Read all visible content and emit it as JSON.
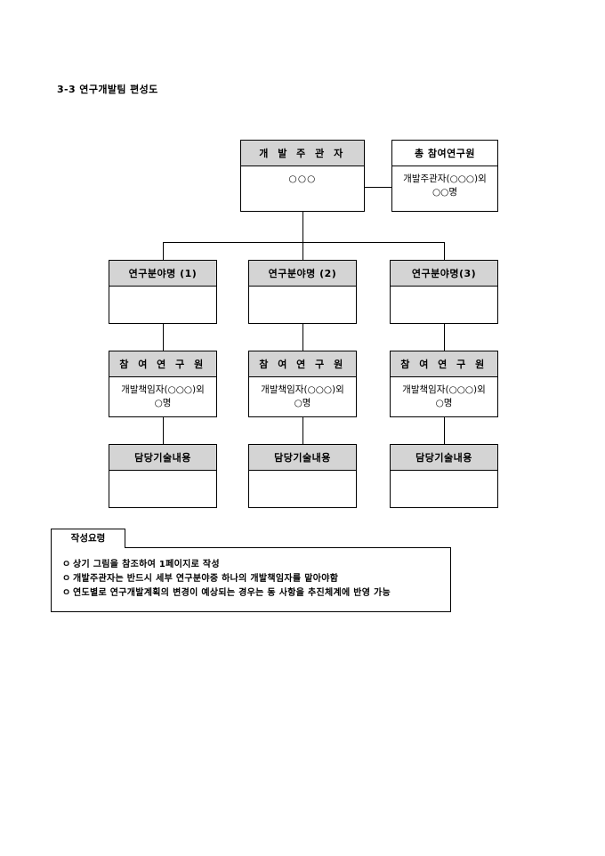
{
  "document": {
    "title": "3-3 연구개발팀 편성도"
  },
  "colors": {
    "header_fill": "#d4d4d4",
    "body_fill": "#ffffff",
    "line": "#000000",
    "text": "#000000"
  },
  "chart_data": {
    "type": "diagram",
    "title": "3-3 연구개발팀 편성도",
    "nodes": [
      {
        "id": "lead",
        "header": "개 발 주 관 자",
        "body": "○○○",
        "header_fill": "#d4d4d4",
        "level": 0
      },
      {
        "id": "total",
        "header": "총 참여연구원",
        "body": "개발주관자(○○○)외\n○○명",
        "header_fill": "#ffffff",
        "level": 0
      },
      {
        "id": "field1",
        "header": "연구분야명 (1)",
        "body": "",
        "header_fill": "#d4d4d4",
        "level": 1
      },
      {
        "id": "field2",
        "header": "연구분야명 (2)",
        "body": "",
        "header_fill": "#d4d4d4",
        "level": 1
      },
      {
        "id": "field3",
        "header": "연구분야명(3)",
        "body": "",
        "header_fill": "#d4d4d4",
        "level": 1
      },
      {
        "id": "member1",
        "header": "참 여 연 구 원",
        "body": "개발책임자(○○○)외\n○명",
        "header_fill": "#d4d4d4",
        "level": 2
      },
      {
        "id": "member2",
        "header": "참 여 연 구 원",
        "body": "개발책임자(○○○)외\n○명",
        "header_fill": "#d4d4d4",
        "level": 2
      },
      {
        "id": "member3",
        "header": "참 여 연 구 원",
        "body": "개발책임자(○○○)외\n○명",
        "header_fill": "#d4d4d4",
        "level": 2
      },
      {
        "id": "tech1",
        "header": "담당기술내용",
        "body": "",
        "header_fill": "#d4d4d4",
        "level": 3
      },
      {
        "id": "tech2",
        "header": "담당기술내용",
        "body": "",
        "header_fill": "#d4d4d4",
        "level": 3
      },
      {
        "id": "tech3",
        "header": "담당기술내용",
        "body": "",
        "header_fill": "#d4d4d4",
        "level": 3
      }
    ],
    "edges": [
      {
        "from": "lead",
        "to": "total"
      },
      {
        "from": "lead",
        "to": "field1"
      },
      {
        "from": "lead",
        "to": "field2"
      },
      {
        "from": "lead",
        "to": "field3"
      },
      {
        "from": "field1",
        "to": "member1"
      },
      {
        "from": "field2",
        "to": "member2"
      },
      {
        "from": "field3",
        "to": "member3"
      },
      {
        "from": "member1",
        "to": "tech1"
      },
      {
        "from": "member2",
        "to": "tech2"
      },
      {
        "from": "member3",
        "to": "tech3"
      }
    ]
  },
  "org_chart": {
    "lead": {
      "header": "개 발 주 관 자",
      "body": "○○○"
    },
    "total_researchers": {
      "header": "총 참여연구원",
      "body": "개발주관자(○○○)외\n○○명"
    },
    "fields": [
      {
        "header": "연구분야명 (1)",
        "body": ""
      },
      {
        "header": "연구분야명 (2)",
        "body": ""
      },
      {
        "header": "연구분야명(3)",
        "body": ""
      }
    ],
    "members": [
      {
        "header": "참 여 연 구 원",
        "body": "개발책임자(○○○)외\n○명"
      },
      {
        "header": "참 여 연 구 원",
        "body": "개발책임자(○○○)외\n○명"
      },
      {
        "header": "참 여 연 구 원",
        "body": "개발책임자(○○○)외\n○명"
      }
    ],
    "tech": [
      {
        "header": "담당기술내용",
        "body": ""
      },
      {
        "header": "담당기술내용",
        "body": ""
      },
      {
        "header": "담당기술내용",
        "body": ""
      }
    ]
  },
  "notes": {
    "tab_label": "작성요령",
    "bullet": "ㅇ",
    "lines": [
      "상기 그림을 참조하여 1페이지로 작성",
      "개발주관자는 반드시 세부 연구분야중 하나의 개발책임자를 맡아야함",
      "연도별로 연구개발계획의 변경이 예상되는 경우는 동 사항을 추진체계에 반영 가능"
    ]
  }
}
